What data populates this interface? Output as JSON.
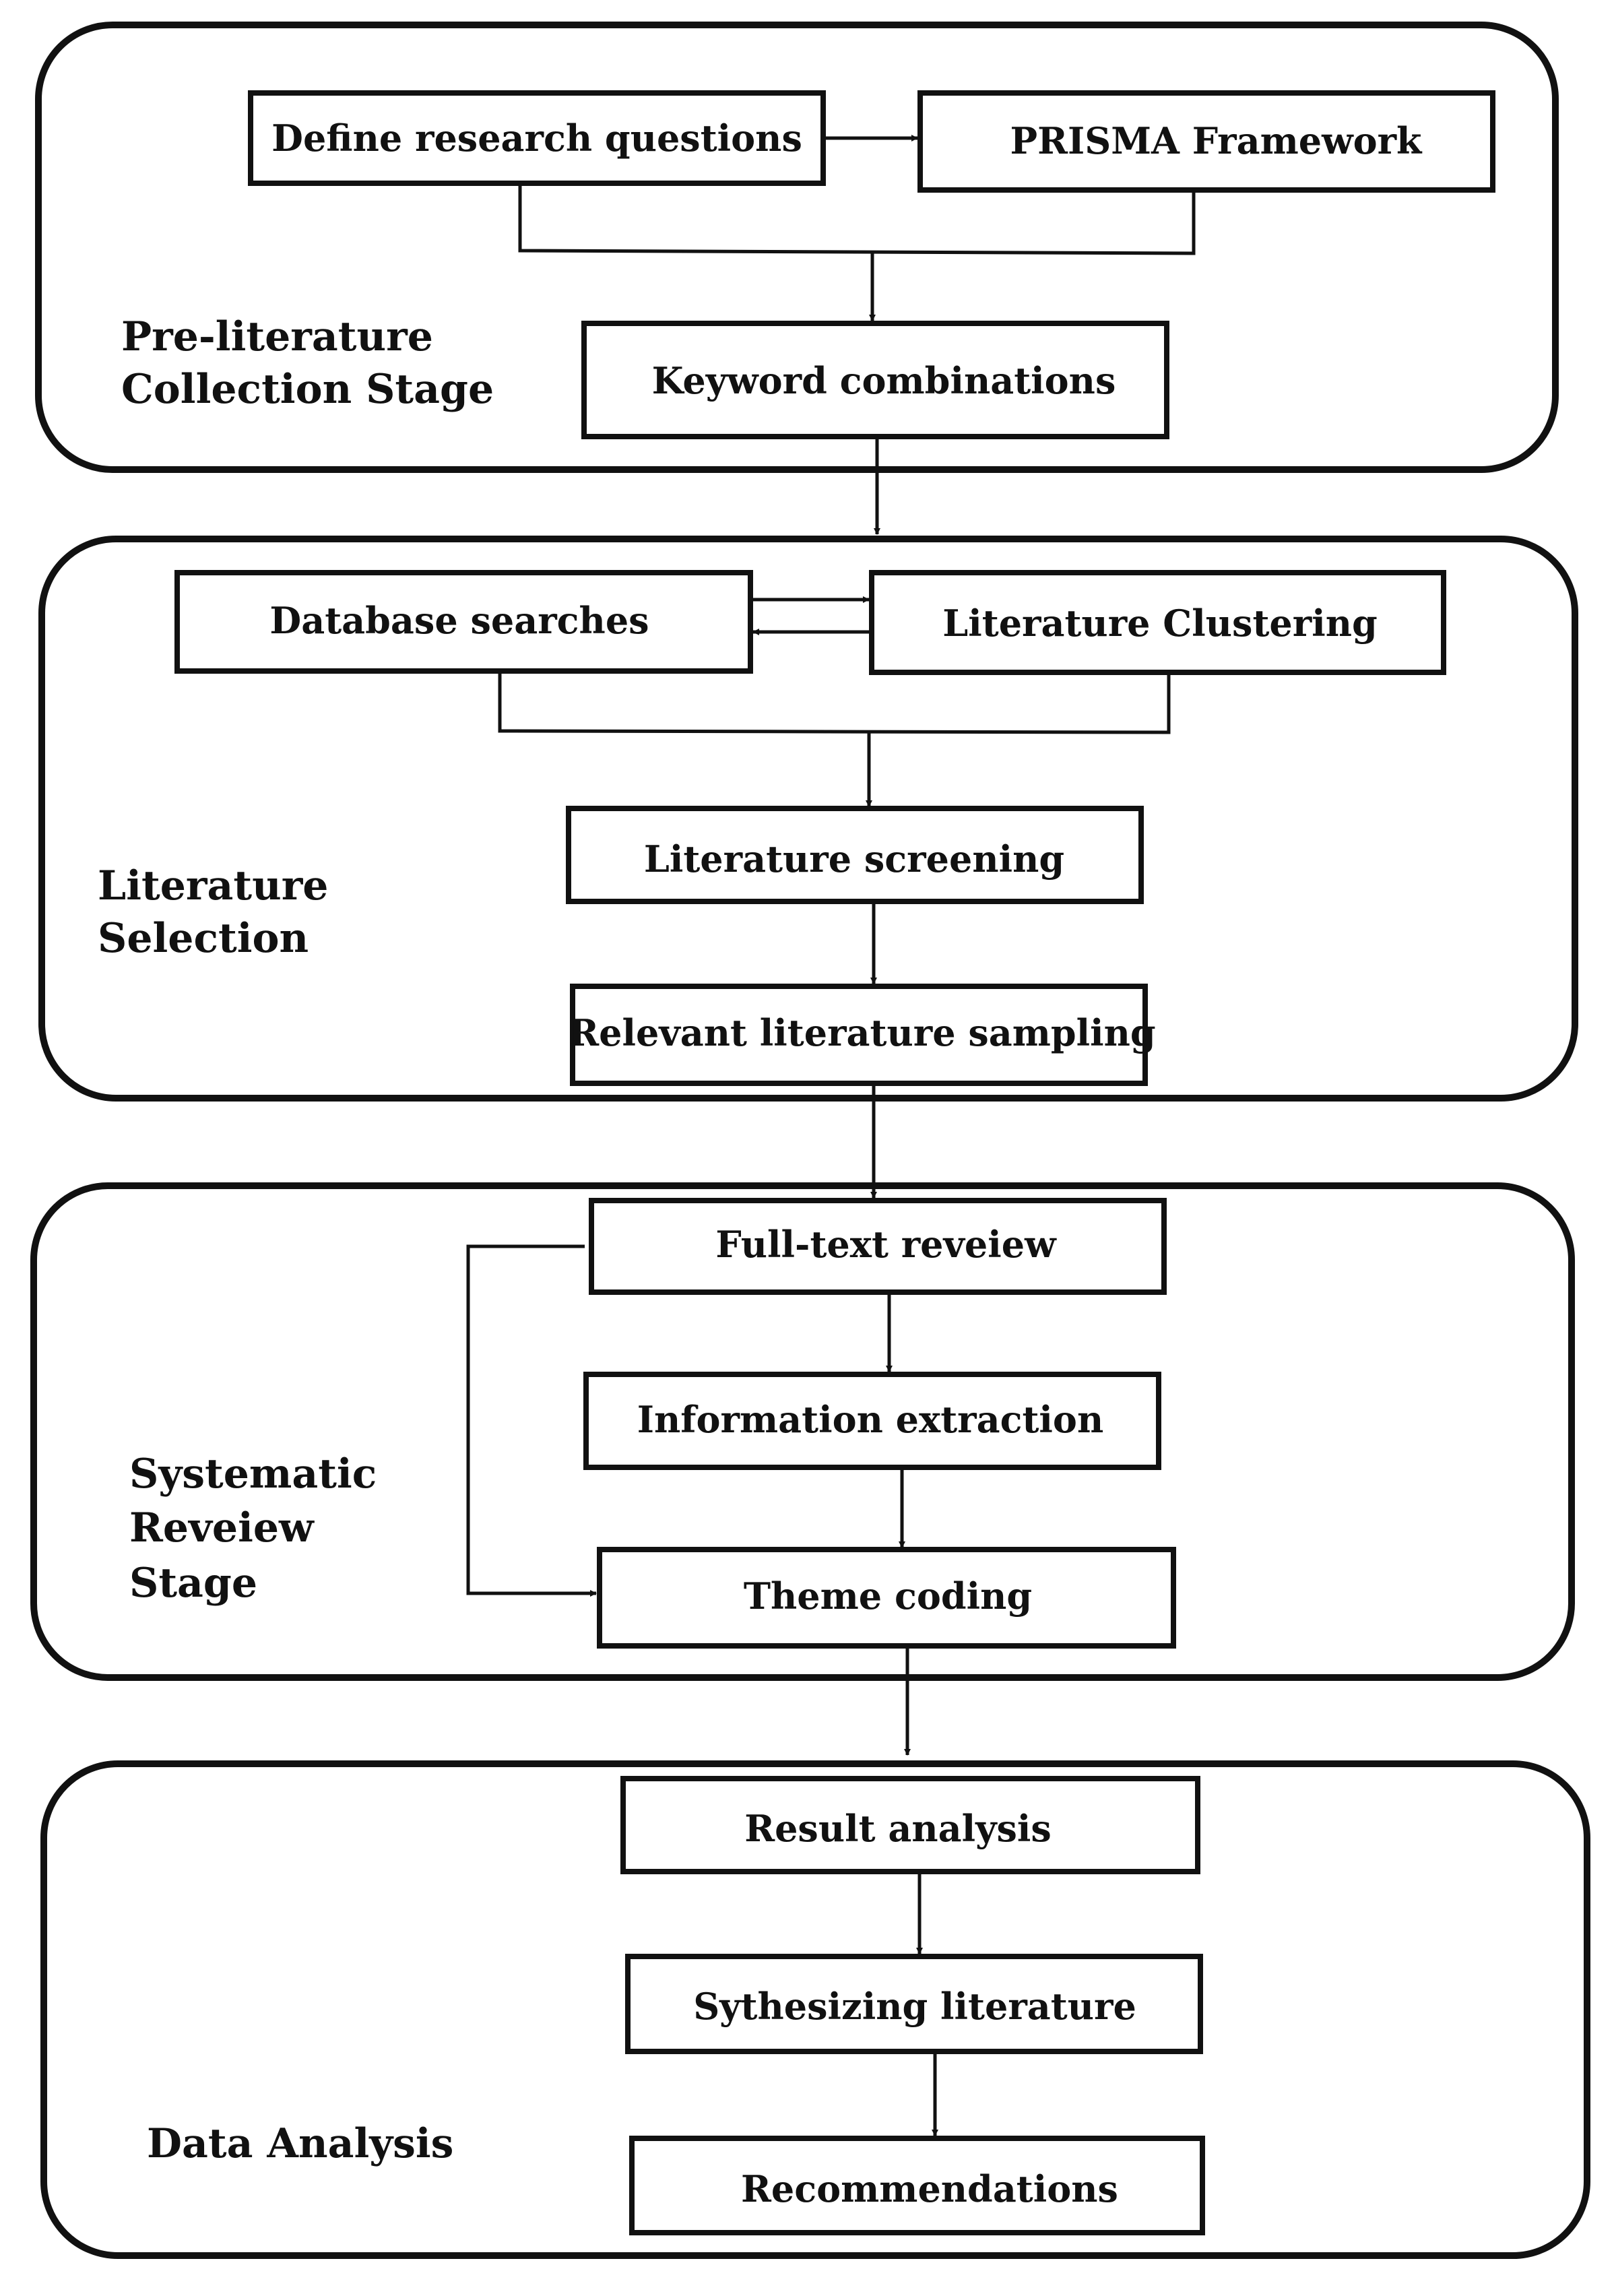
{
  "stages": {
    "pre": {
      "label_lines": [
        "Pre-literature",
        "Collection Stage"
      ]
    },
    "selection": {
      "label_lines": [
        "Literature",
        "Selection"
      ]
    },
    "review": {
      "label_lines": [
        "Systematic",
        "Reveiew",
        "Stage"
      ]
    },
    "analysis": {
      "label_lines": [
        "Data Analysis"
      ]
    }
  },
  "boxes": {
    "define_questions": "Define research questions",
    "prisma": "PRISMA Framework",
    "keywords": "Keyword combinations",
    "database_searches": "Database searches",
    "clustering": "Literature Clustering",
    "screening": "Literature screening",
    "sampling": "Relevant literature sampling",
    "full_text": "Full-text reveiew",
    "extraction": "Information extraction",
    "theme_coding": "Theme coding",
    "result_analysis": "Result analysis",
    "synthesizing": "Sythesizing literature",
    "recommendations": "Recommendations"
  }
}
